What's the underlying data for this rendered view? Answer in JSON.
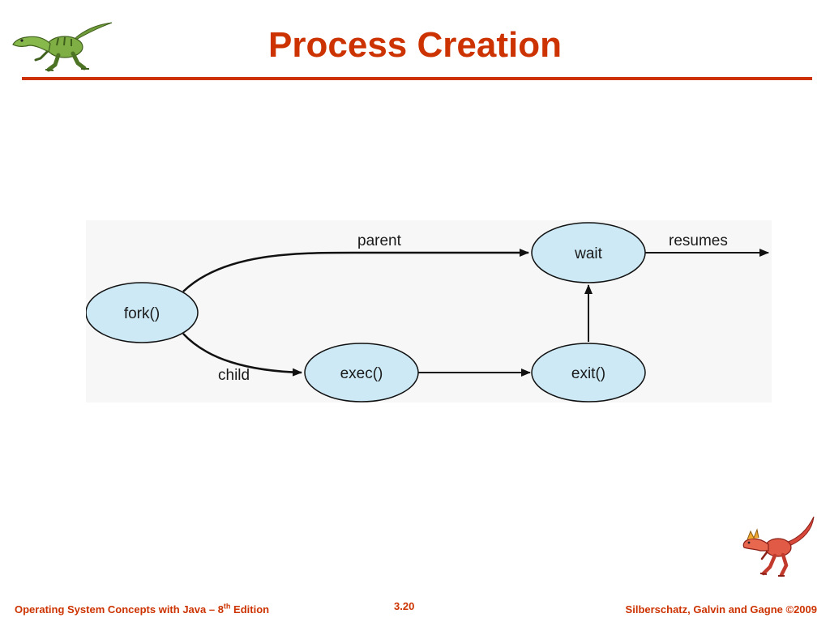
{
  "slide": {
    "title": "Process Creation"
  },
  "diagram": {
    "nodes": {
      "fork": "fork()",
      "wait": "wait",
      "exec": "exec()",
      "exit": "exit()"
    },
    "edges": {
      "parent": "parent",
      "child": "child",
      "resumes": "resumes"
    }
  },
  "footer": {
    "left_prefix": "Operating System Concepts with Java – 8",
    "left_sup": "th",
    "left_suffix": " Edition",
    "page": "3.20",
    "right": "Silberschatz, Galvin and Gagne ©2009"
  },
  "colors": {
    "accent": "#cc3300",
    "node_fill": "#cce9f5",
    "diagram_bg": "#f7f7f7"
  },
  "icons": {
    "top_left": "green-dinosaur-logo",
    "bottom_right": "red-dinosaur-logo"
  }
}
